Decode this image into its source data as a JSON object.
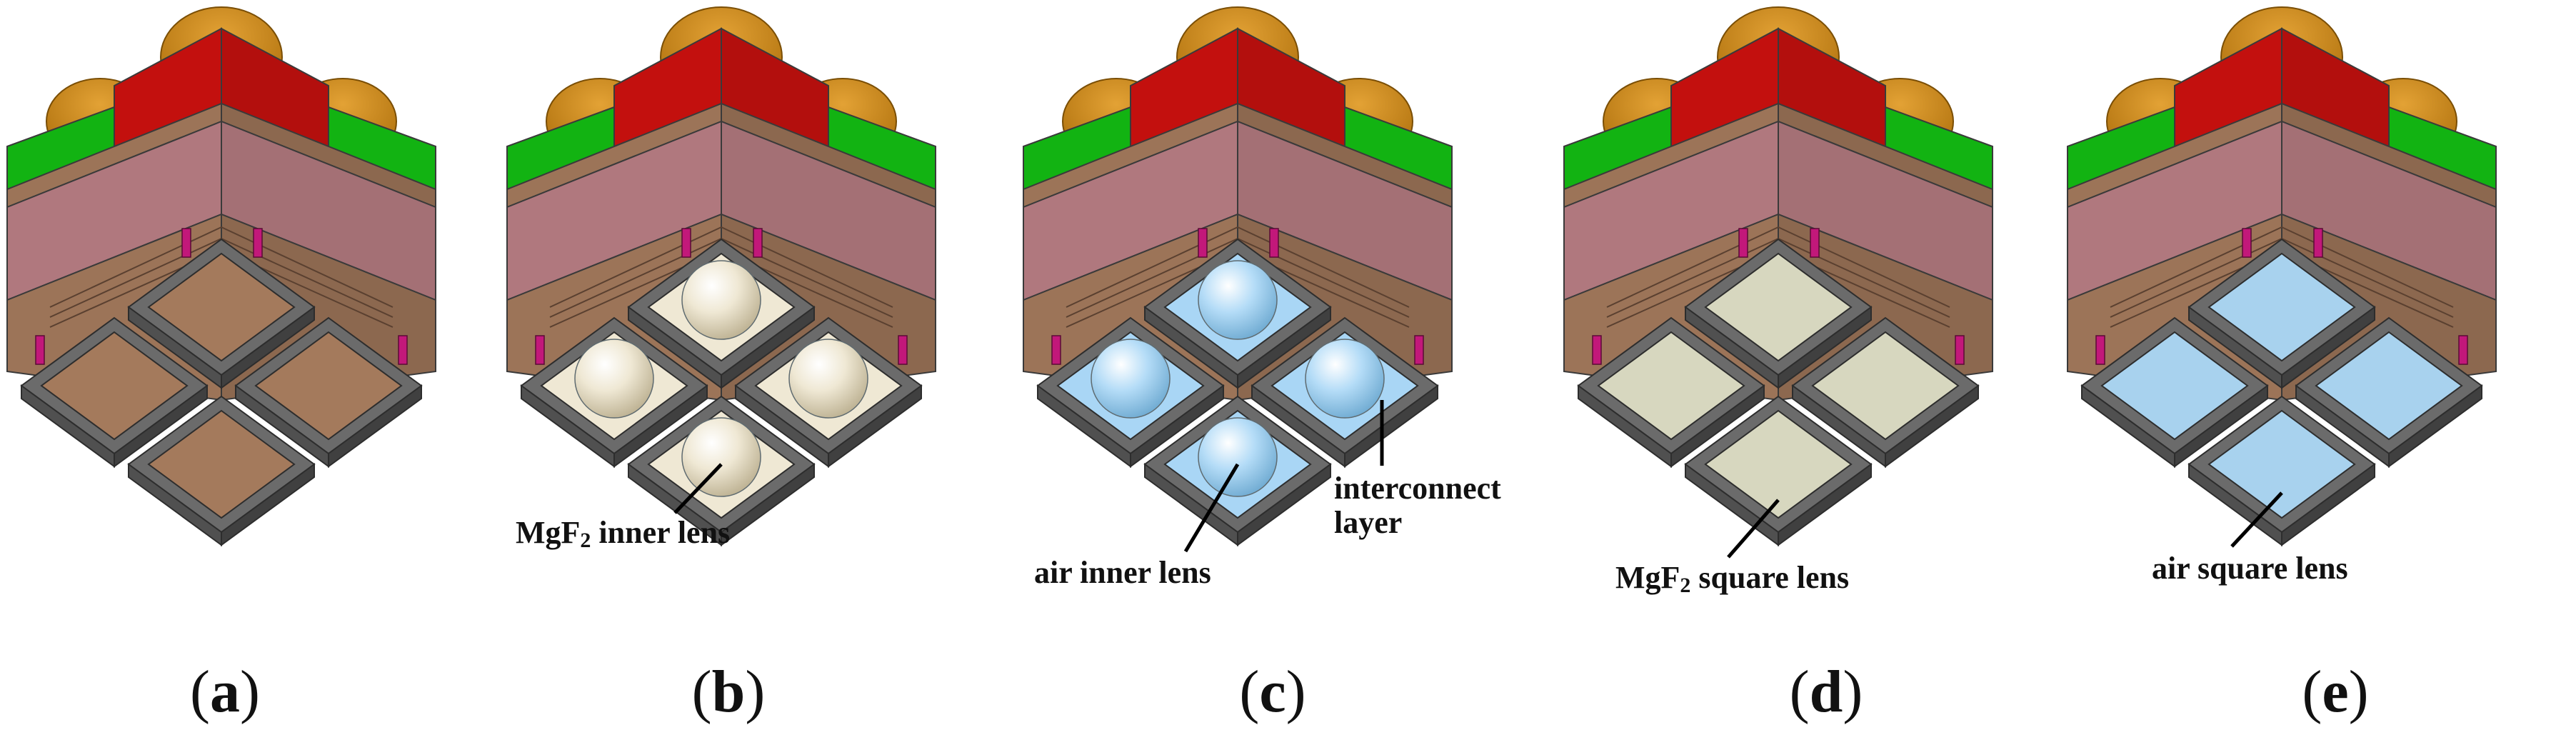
{
  "panels": [
    {
      "id": "a",
      "letter": "a",
      "lens": "none"
    },
    {
      "id": "b",
      "letter": "b",
      "lens": "sphere",
      "lens_color": "#efe8d4",
      "annotation": {
        "prefix": "MgF",
        "sub": "2",
        "suffix": " inner lens"
      }
    },
    {
      "id": "c",
      "letter": "c",
      "lens": "sphere",
      "lens_color": "#a9d6f5",
      "annotation": {
        "prefix": "air inner lens",
        "sub": "",
        "suffix": ""
      },
      "extra_annotation": {
        "line1": "interconnect",
        "line2": "layer"
      }
    },
    {
      "id": "d",
      "letter": "d",
      "lens": "square",
      "lens_color": "#d7d7bf",
      "annotation": {
        "prefix": "MgF",
        "sub": "2",
        "suffix": " square lens"
      }
    },
    {
      "id": "e",
      "letter": "e",
      "lens": "square",
      "lens_color": "#a8d2ee",
      "annotation": {
        "prefix": "air square lens",
        "sub": "",
        "suffix": ""
      }
    }
  ],
  "caption_parens": {
    "open": "(",
    "close": ")"
  },
  "colors": {
    "microlens": "#c8820e",
    "color_filter_red": "#c3100e",
    "color_filter_green": "#12b312",
    "passivation": "#b0787e",
    "substrate": "#9c7458",
    "metal": "#6b6b6b",
    "via": "#c2187a"
  }
}
